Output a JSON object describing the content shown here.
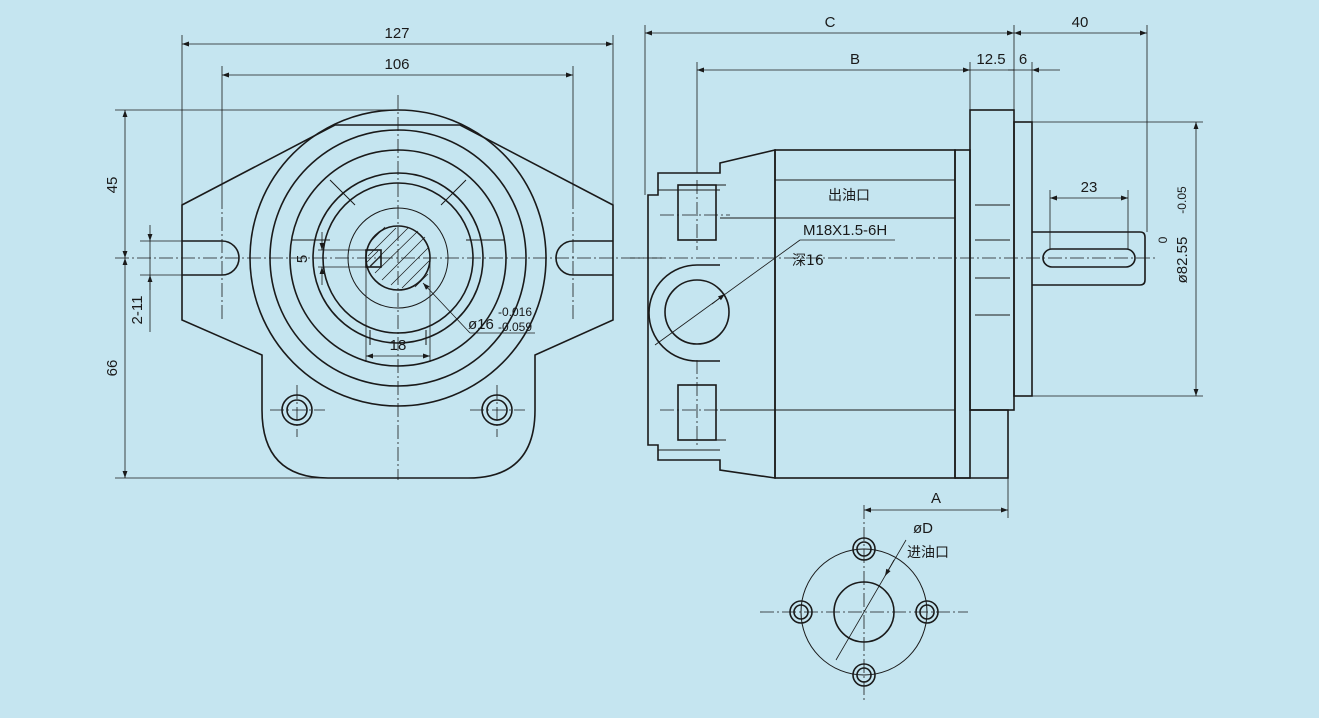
{
  "front_view": {
    "dim_total_width": "127",
    "dim_hole_spacing": "106",
    "dim_top_height": "45",
    "dim_bottom_height": "66",
    "dim_slot": "2-11",
    "dim_key_width": "5",
    "dim_shaft_width": "18",
    "dim_shaft_dia": "ø16",
    "tol_upper": "-0.016",
    "tol_lower": "-0.059"
  },
  "side_view": {
    "dim_c": "C",
    "dim_b": "B",
    "dim_flange": "12.5",
    "dim_spigot": "6",
    "dim_shaft_len": "40",
    "dim_key_len": "23",
    "outlet_label": "出油口",
    "outlet_thread": "M18X1.5-6H",
    "outlet_depth": "深16",
    "pilot_dia": "ø82.55",
    "pilot_tol_upper": "0",
    "pilot_tol_lower": "-0.05"
  },
  "inlet_view": {
    "dim_a": "A",
    "dim_d": "øD",
    "inlet_label": "进油口"
  },
  "colors": {
    "background": "#c5e5f0",
    "line": "#1a1a1a"
  }
}
